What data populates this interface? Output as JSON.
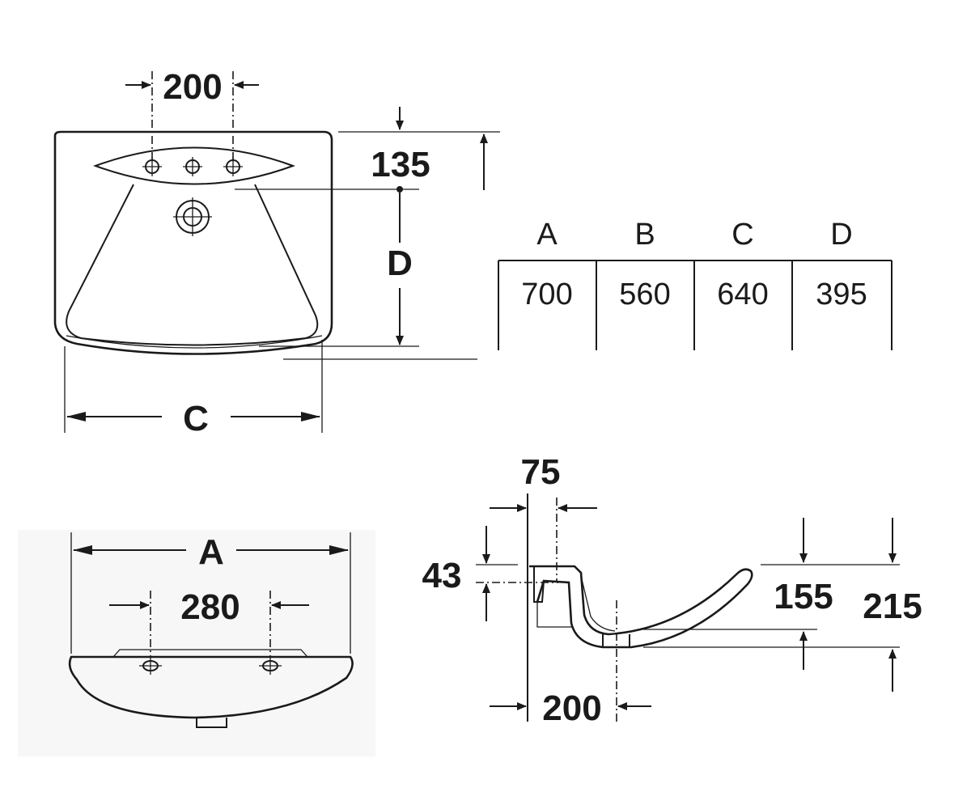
{
  "top_view": {
    "tap_spacing": "200",
    "depth_to_taps": "135",
    "label_d": "D",
    "label_c": "C"
  },
  "dimension_table": {
    "headers": [
      "A",
      "B",
      "C",
      "D"
    ],
    "values": [
      "700",
      "560",
      "640",
      "395"
    ]
  },
  "front_view": {
    "label_a": "A",
    "hole_spacing": "280"
  },
  "side_view": {
    "rim_offset": "75",
    "rim_height": "43",
    "bowl_depth": "155",
    "total_height": "215",
    "waste_offset": "200"
  },
  "colors": {
    "line": "#1a1a1a",
    "background": "#ffffff"
  }
}
